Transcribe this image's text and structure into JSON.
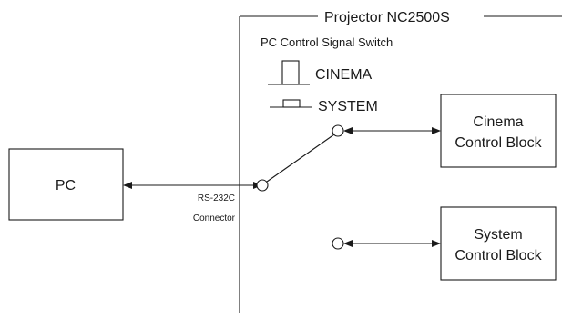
{
  "projector_title": "Projector NC2500S",
  "switch_title": "PC Control Signal Switch",
  "switch_positions": {
    "cinema": "CINEMA",
    "system": "SYSTEM"
  },
  "pc_label": "PC",
  "connector_label": {
    "line1": "RS-232C",
    "line2": "Connector"
  },
  "cinema_block": {
    "line1": "Cinema",
    "line2": "Control Block"
  },
  "system_block": {
    "line1": "System",
    "line2": "Control Block"
  }
}
